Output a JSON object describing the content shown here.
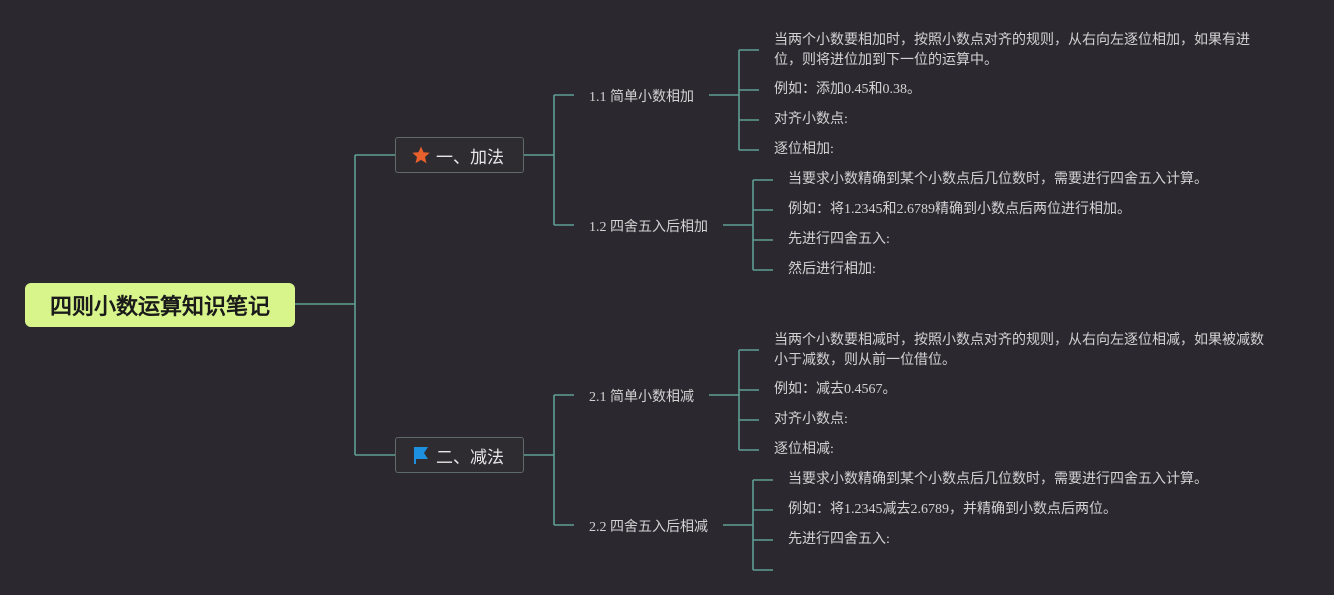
{
  "root": {
    "title": "四则小数运算知识笔记"
  },
  "branches": [
    {
      "label": "一、加法",
      "icon": "star-icon",
      "icon_color": "#e8602c",
      "subs": [
        {
          "label": "1.1 简单小数相加",
          "leaves": [
            "当两个小数要相加时，按照小数点对齐的规则，从右向左逐位相加，如果有进位，则将进位加到下一位的运算中。",
            "例如：添加0.45和0.38。",
            "对齐小数点:",
            "逐位相加:"
          ]
        },
        {
          "label": "1.2 四舍五入后相加",
          "leaves": [
            "当要求小数精确到某个小数点后几位数时，需要进行四舍五入计算。",
            "例如：将1.2345和2.6789精确到小数点后两位进行相加。",
            "先进行四舍五入:",
            "然后进行相加:"
          ]
        }
      ]
    },
    {
      "label": "二、减法",
      "icon": "flag-icon",
      "icon_color": "#1e90e0",
      "subs": [
        {
          "label": "2.1 简单小数相减",
          "leaves": [
            "当两个小数要相减时，按照小数点对齐的规则，从右向左逐位相减，如果被减数小于减数，则从前一位借位。",
            "例如：减去0.4567。",
            "对齐小数点:",
            "逐位相减:"
          ]
        },
        {
          "label": "2.2 四舍五入后相减",
          "leaves": [
            "当要求小数精确到某个小数点后几位数时，需要进行四舍五入计算。",
            "例如：将1.2345减去2.6789，并精确到小数点后两位。",
            "先进行四舍五入:",
            ""
          ]
        }
      ]
    }
  ],
  "colors": {
    "background": "#2c2830",
    "connector": "#5e9e94",
    "root_fill": "#d8f58c"
  }
}
